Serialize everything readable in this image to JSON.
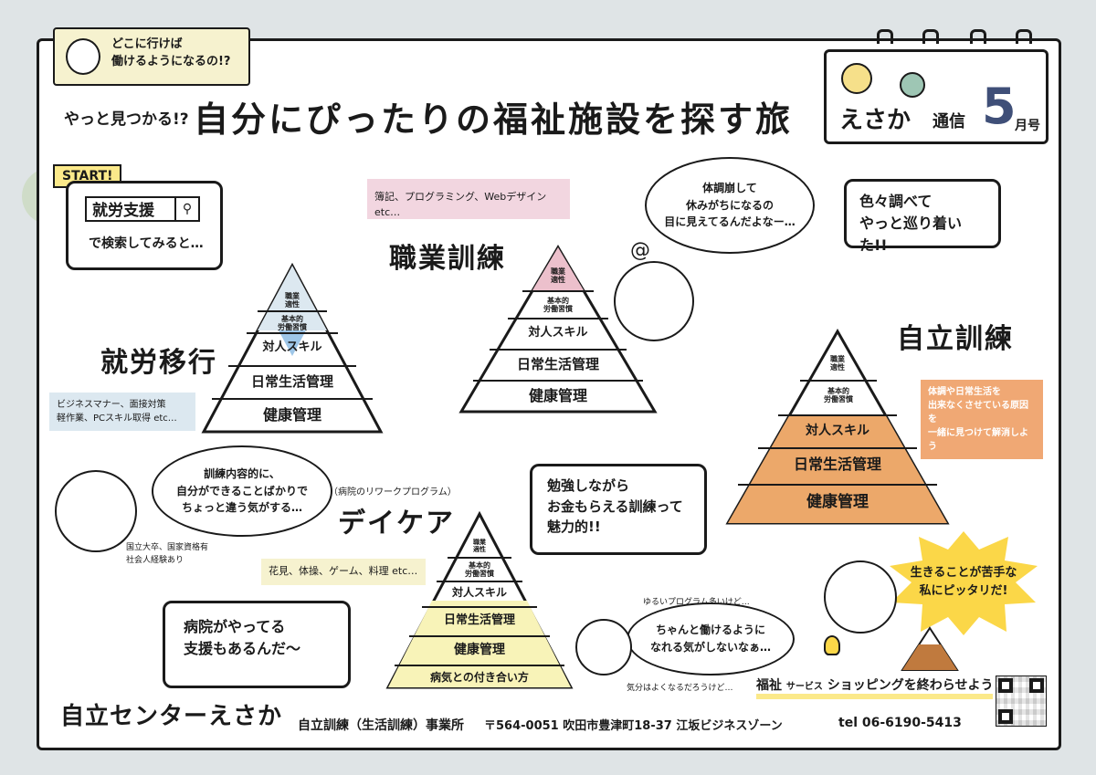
{
  "header": {
    "question": "どこに行けば\n働けるようになるの!?",
    "title_lead": "やっと見つかる!?",
    "title": "自分にぴったりの福祉施設を探す旅",
    "newsletter_name": "えさか",
    "newsletter_label": "通信",
    "newsletter_month": "5",
    "newsletter_month_suffix": "月号"
  },
  "start": {
    "badge": "START!",
    "search_text": "就労支援",
    "caption": "で検索してみると…"
  },
  "sections": {
    "shuro": {
      "title": "就労移行",
      "note": "ビジネスマナー、面接対策\n軽作業、PCスキル取得 etc…",
      "bubble": "訓練内容的に、\n自分ができることばかりで\nちょっと違う気がする…",
      "person_note": "国立大卒、国家資格有\n社会人経験あり"
    },
    "shokugyo": {
      "title": "職業訓練",
      "note": "簿記、プログラミング、Webデザイン etc…",
      "bubble": "体調崩して\n休みがちになるの\n目に見えてるんだよなー…"
    },
    "daycare": {
      "title": "デイケア",
      "subtitle": "（病院のリワークプログラム）",
      "note": "花見、体操、ゲーム、料理 etc…",
      "bubble_note": "ゆるいプログラム多いけど…",
      "bubble": "ちゃんと働けるように\nなれる気がしないなぁ…",
      "person_note": "気分はよくなるだろうけど…"
    },
    "jiritsu": {
      "title": "自立訓練",
      "note": "体調や日常生活を\n出来なくさせている原因を\n一緒に見つけて解消しよう",
      "box": "色々調べて\nやっと巡り着いた!!",
      "burst": "生きることが苦手な\n私にピッタリだ!"
    }
  },
  "boxes": {
    "hospital": "病院がやってる\n支援もあるんだ〜",
    "money": "勉強しながら\nお金もらえる訓練って\n魅力的!!"
  },
  "pyramid_levels": {
    "aptitude": "職業\n適性",
    "basic": "基本的\n労働習慣",
    "social": "対人スキル",
    "daily": "日常生活管理",
    "health": "健康管理",
    "illness": "病気との付き合い方"
  },
  "footer": {
    "org": "自立センターえさか",
    "facility": "自立訓練（生活訓練）事業所",
    "address": "〒564-0051 吹田市豊津町18-37 江坂ビジネスゾーン",
    "tel": "tel 06-6190-5413",
    "slogan_a": "福祉",
    "slogan_b": "サービス",
    "slogan_c": "ショッピングを終わらせよう"
  },
  "colors": {
    "path": "#cfdcc8",
    "note_blue": "#dce8f0",
    "note_pink": "#f2d6e0",
    "note_yellow": "#f6f2cf",
    "orange": "#eca86a",
    "orange_note": "#f0a874",
    "pyramid_blue": "#9ec6e8",
    "pink": "#ecc0cc",
    "yellow": "#f8f3b8",
    "badge_yellow": "#fbe98a",
    "burst_yellow": "#fbd748"
  },
  "icons": [
    "search-icon",
    "magnifier-icon",
    "sun-icon",
    "earth-icon",
    "arrow-icon",
    "lightbulb-icon",
    "qr-code-icon"
  ]
}
